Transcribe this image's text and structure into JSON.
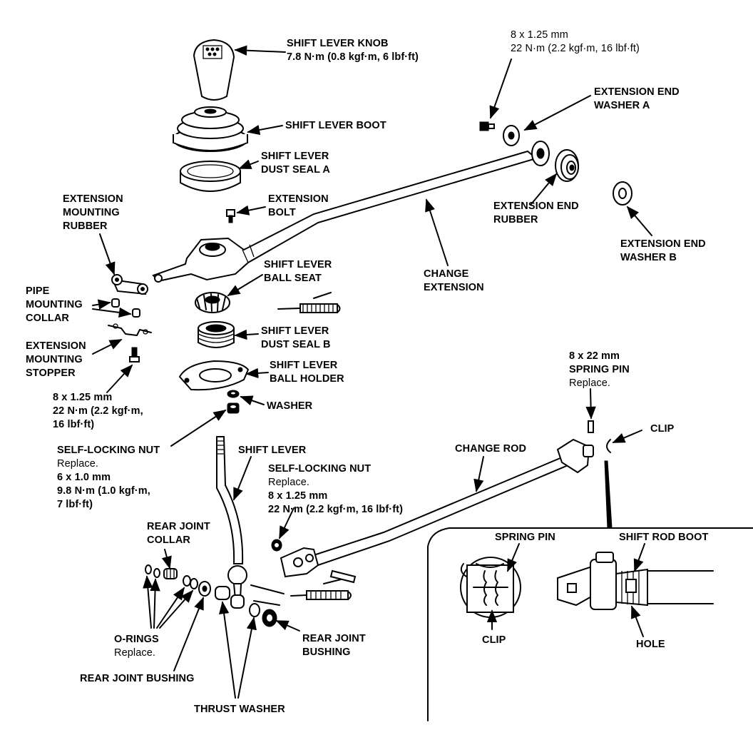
{
  "labels": {
    "shift_lever_knob": [
      "SHIFT LEVER KNOB",
      "7.8 N·m (0.8 kgf·m, 6 lbf·ft)"
    ],
    "bolt_spec_top": [
      "8 x 1.25 mm",
      "22 N·m (2.2 kgf·m, 16 lbf·ft)"
    ],
    "extension_end_washer_a": [
      "EXTENSION END",
      "WASHER A"
    ],
    "shift_lever_boot": [
      "SHIFT LEVER BOOT"
    ],
    "shift_lever_dust_seal_a": [
      "SHIFT LEVER",
      "DUST SEAL A"
    ],
    "extension_mounting_rubber": [
      "EXTENSION",
      "MOUNTING",
      "RUBBER"
    ],
    "extension_bolt": [
      "EXTENSION",
      "BOLT"
    ],
    "extension_end_rubber": [
      "EXTENSION END",
      "RUBBER"
    ],
    "extension_end_washer_b": [
      "EXTENSION END",
      "WASHER B"
    ],
    "shift_lever_ball_seat": [
      "SHIFT LEVER",
      "BALL SEAT"
    ],
    "change_extension": [
      "CHANGE",
      "EXTENSION"
    ],
    "pipe_mounting_collar": [
      "PIPE",
      "MOUNTING",
      "COLLAR"
    ],
    "shift_lever_dust_seal_b": [
      "SHIFT LEVER",
      "DUST SEAL B"
    ],
    "extension_mounting_stopper": [
      "EXTENSION",
      "MOUNTING",
      "STOPPER"
    ],
    "shift_lever_ball_holder": [
      "SHIFT LEVER",
      "BALL HOLDER"
    ],
    "spring_pin_spec": [
      "8 x 22 mm",
      "SPRING PIN"
    ],
    "spring_pin_replace": "Replace.",
    "bolt_spec_left": [
      "8 x 1.25 mm",
      "22 N·m (2.2 kgf·m,",
      "16 lbf·ft)"
    ],
    "washer": [
      "WASHER"
    ],
    "clip_top": [
      "CLIP"
    ],
    "self_locking_nut_left_title": "SELF-LOCKING NUT",
    "self_locking_nut_left_replace": "Replace.",
    "self_locking_nut_left_spec": [
      "6 x 1.0 mm",
      "9.8 N·m (1.0 kgf·m,",
      "7 lbf·ft)"
    ],
    "shift_lever": [
      "SHIFT LEVER"
    ],
    "change_rod": [
      "CHANGE ROD"
    ],
    "self_locking_nut_mid_title": "SELF-LOCKING NUT",
    "self_locking_nut_mid_replace": "Replace.",
    "self_locking_nut_mid_spec": [
      "8 x 1.25 mm",
      "22 N·m (2.2 kgf·m, 16 lbf·ft)"
    ],
    "rear_joint_collar": [
      "REAR JOINT",
      "COLLAR"
    ],
    "spring_pin_detail": [
      "SPRING PIN"
    ],
    "shift_rod_boot": [
      "SHIFT ROD BOOT"
    ],
    "o_rings_title": "O-RINGS",
    "o_rings_replace": "Replace.",
    "rear_joint_bushing_right": [
      "REAR JOINT",
      "BUSHING"
    ],
    "clip_detail": [
      "CLIP"
    ],
    "hole": [
      "HOLE"
    ],
    "rear_joint_bushing_left": [
      "REAR JOINT BUSHING"
    ],
    "thrust_washer": [
      "THRUST WASHER"
    ]
  }
}
